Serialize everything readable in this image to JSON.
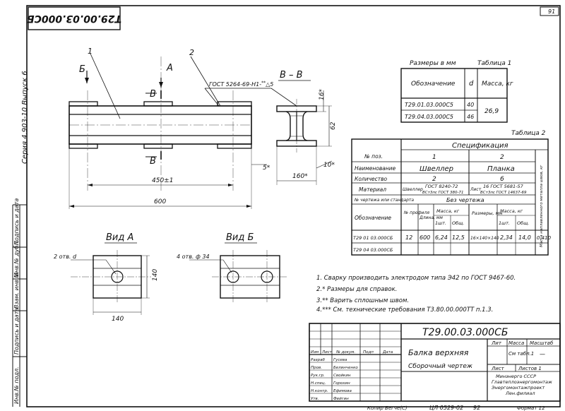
{
  "sheet_number": "91",
  "doc_code_top": "Т29.00.03.000СБ",
  "series_label": "Серия 4.903-10 Выпуск 6",
  "part_labels": [
    "1",
    "2"
  ],
  "section_arrow_a": "А",
  "section_arrow_b": "Б",
  "section_letter": "В",
  "section_title": "В – В",
  "weld_annotation": "ГОСТ 5264-69-Н1-",
  "weld_sup": "**",
  "weld_tail": "△5",
  "dims": {
    "d16": "16*",
    "d62": "62",
    "d5": "5*",
    "d10": "10*",
    "d160": "160*",
    "d450": "450±1",
    "d600": "600",
    "d140v": "140",
    "d140h": "140"
  },
  "view_a_title": "Вид А",
  "view_b_title": "Вид Б",
  "view_a_hole": "2 отв. d",
  "view_b_hole": "4 отв. ф 34",
  "table1": {
    "caption": "Размеры в мм",
    "title": "Таблица 1",
    "headers": [
      "Обозначение",
      "d",
      "Масса, кг"
    ],
    "rows": [
      [
        "Т29.01.03.000С5",
        "40"
      ],
      [
        "Т29.04.03.000С5",
        "46"
      ]
    ],
    "mass": "26,9"
  },
  "table2": {
    "title": "Таблица 2",
    "spec_title": "Спецификация",
    "row_pos": "№ поз.",
    "row_name": "Наименование",
    "row_qty": "Количество",
    "row_mat": "Материал",
    "row_draw": "№ чертежа или стандарта",
    "row_desig": "Обозначение",
    "pos": [
      "1",
      "2"
    ],
    "names": [
      "Швеллер",
      "Планка"
    ],
    "qty": [
      "2",
      "6"
    ],
    "mat1a": "Швеллер",
    "mat1b": "ГОСТ 8240-72",
    "mat1c": "ВСт3пс ГОСТ 380-71",
    "mat2a": "Лист",
    "mat2b": "16 ГОСТ 5681-57",
    "mat2c": "ВСт3пс ГОСТ 14637-69",
    "no_drawing": "Без чертежа",
    "sub_headers": [
      "№ профиля",
      "Длина, мм",
      "Масса, кг",
      "Размеры, мм",
      "Масса, кг"
    ],
    "mass_sub": [
      "1шт.",
      "Общ."
    ],
    "total_mass_head": "Масса наплавленного металла швов, кг",
    "rows": [
      [
        "Т29 01 03.000СБ",
        "12",
        "600",
        "6,24",
        "12,5",
        "16×140×140",
        "2,34",
        "14,0",
        "0,410"
      ],
      [
        "Т29 04 03.000СБ"
      ]
    ]
  },
  "notes": [
    "1. Сварку производить электродом типа Э42 по ГОСТ 9467-60.",
    "2.* Размеры для справок.",
    "3.** Варить сплошным швом.",
    "4.*** См. технические требования Т3.80.00.000ТТ п.1.3."
  ],
  "title_block": {
    "code": "Т29.00.03.000СБ",
    "name": "Балка верхняя",
    "subtitle": "Сборочный чертеж",
    "col_heads": [
      "Изм",
      "Лист",
      "№ докум.",
      "Подп",
      "Дата"
    ],
    "roles": [
      "Разраб",
      "Пров.",
      "Рук.гр.",
      "Н.спец.",
      "Н.контр.",
      "Утв."
    ],
    "names": [
      "Гусева",
      "Белинченко",
      "Свойкин",
      "Горохин",
      "Ефимова",
      "Фейгин"
    ],
    "lit_label": "Лит",
    "mass_label": "Масса",
    "scale_label": "Масштаб",
    "mass_value": "См табл.1",
    "scale_value": "—",
    "sheet_label": "Лист",
    "sheets_label": "Листов 1",
    "org": [
      "Минэнерго СССР",
      "Главтеплоэнергомонтаж",
      "Энергомонтажпроект",
      "Лен.филиал"
    ]
  },
  "bottom_copy": "Копир Бегче(С)",
  "bottom_code": "ЦЛ 0529-02",
  "bottom_num": "92",
  "format": "Формат 12",
  "left_strip": [
    "Подпись и дата",
    "Инв.№ дубл.",
    "Взам. инв.№",
    "Подпись и дата",
    "Инв.№ подл."
  ]
}
